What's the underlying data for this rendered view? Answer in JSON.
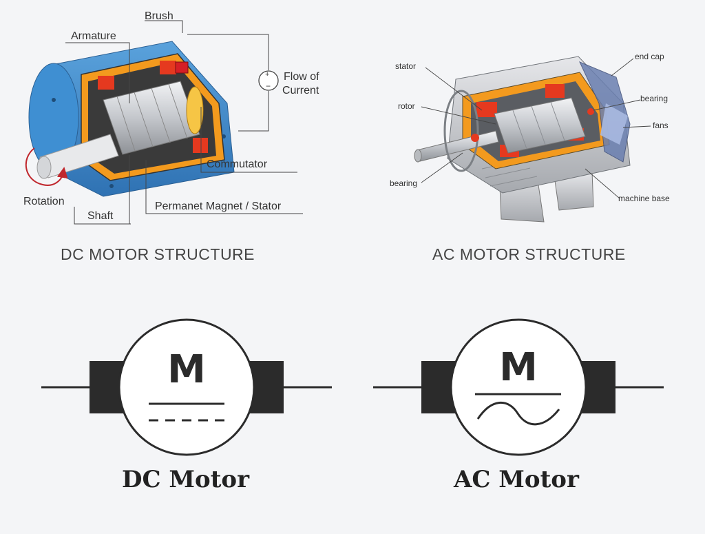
{
  "dc_structure": {
    "title": "DC MOTOR STRUCTURE",
    "labels": {
      "brush": "Brush",
      "armature": "Armature",
      "flow_line1": "Flow of",
      "flow_line2": "Current",
      "commutator": "Commutator",
      "rotation": "Rotation",
      "shaft": "Shaft",
      "magnet": "Permanet Magnet / Stator"
    }
  },
  "ac_structure": {
    "title": "AC MOTOR STRUCTURE",
    "labels": {
      "stator": "stator",
      "rotor": "rotor",
      "bearing_left": "bearing",
      "end_cap": "end cap",
      "bearing_right": "bearing",
      "fans": "fans",
      "machine_base": "machine base"
    }
  },
  "dc_symbol": {
    "letter": "M",
    "caption": "DC Motor"
  },
  "ac_symbol": {
    "letter": "M",
    "caption": "AC Motor"
  },
  "colors": {
    "housing_blue": "#3d86c8",
    "core_orange": "#f39a1e",
    "winding_red": "#e5391f",
    "metal_grey": "#c9ccd0",
    "symbol_dark": "#2b2b2b"
  }
}
